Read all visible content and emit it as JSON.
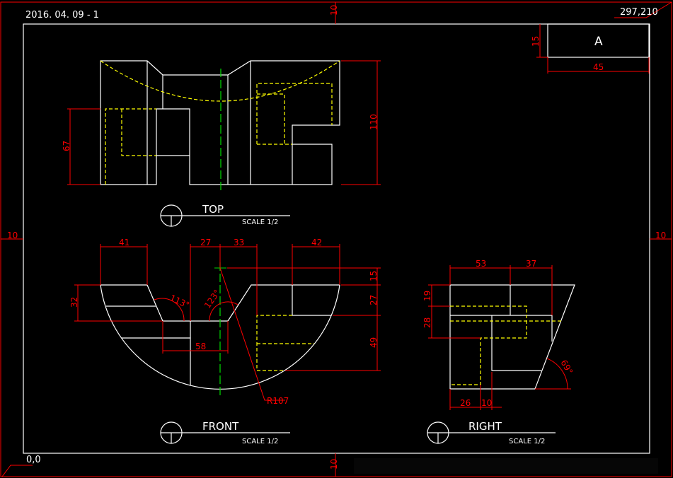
{
  "header": {
    "date_label": "2016. 04. 09 - 1",
    "sheet_size": "297,210",
    "origin": "0,0"
  },
  "margins": {
    "top": "10",
    "bottom": "10",
    "left": "10",
    "right": "10"
  },
  "title_block": {
    "letter": "A",
    "height_dim": "15",
    "width_dim": "45"
  },
  "views": {
    "top": {
      "title": "TOP",
      "scale": "SCALE 1/2",
      "dims": {
        "d67": "67",
        "d110": "110"
      }
    },
    "front": {
      "title": "FRONT",
      "scale": "SCALE 1/2",
      "dims": {
        "d41": "41",
        "d27": "27",
        "d33": "33",
        "d42": "42",
        "d15": "15",
        "d27v": "27",
        "d49": "49",
        "d32": "32",
        "d58": "58",
        "a113": "113°",
        "a123": "123°",
        "r107": "R107"
      }
    },
    "right": {
      "title": "RIGHT",
      "scale": "SCALE 1/2",
      "dims": {
        "d53": "53",
        "d37": "37",
        "d19": "19",
        "d28": "28",
        "d26": "26",
        "d10": "10",
        "a69": "69°"
      }
    }
  },
  "colors": {
    "outline": "#ffffff",
    "hidden": "#ffff00",
    "dimension": "#ff0000",
    "center": "#00dd00"
  }
}
